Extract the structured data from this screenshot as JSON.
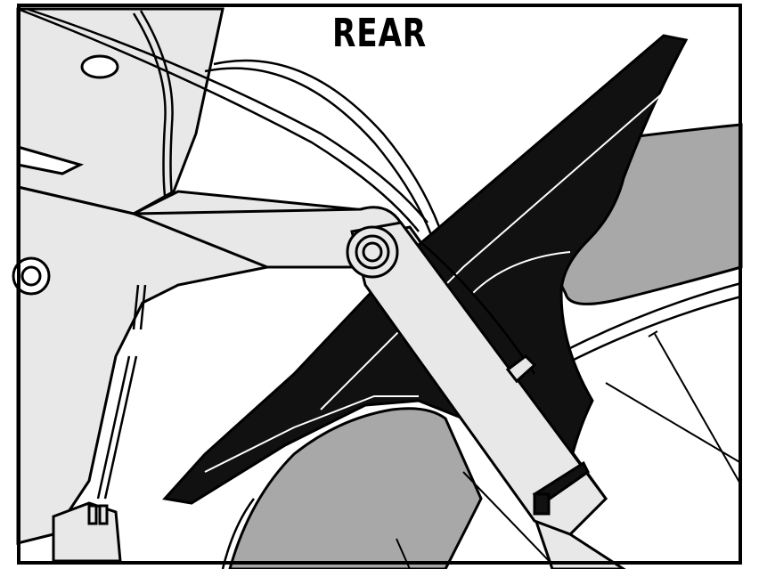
{
  "title": "REAR",
  "palette": {
    "frame": "#e8e8e8",
    "tire": "#a8a8a8",
    "mudguard": "#111111",
    "outline": "#000000",
    "background": "#ffffff"
  },
  "parts": [
    "frame",
    "rear-wheel-tire",
    "spokes",
    "seat-stay",
    "pivot-bolt",
    "mudguard",
    "mounting-clip",
    "zip-tie",
    "brake-hose",
    "shift-cable",
    "disc-brake-caliper"
  ]
}
